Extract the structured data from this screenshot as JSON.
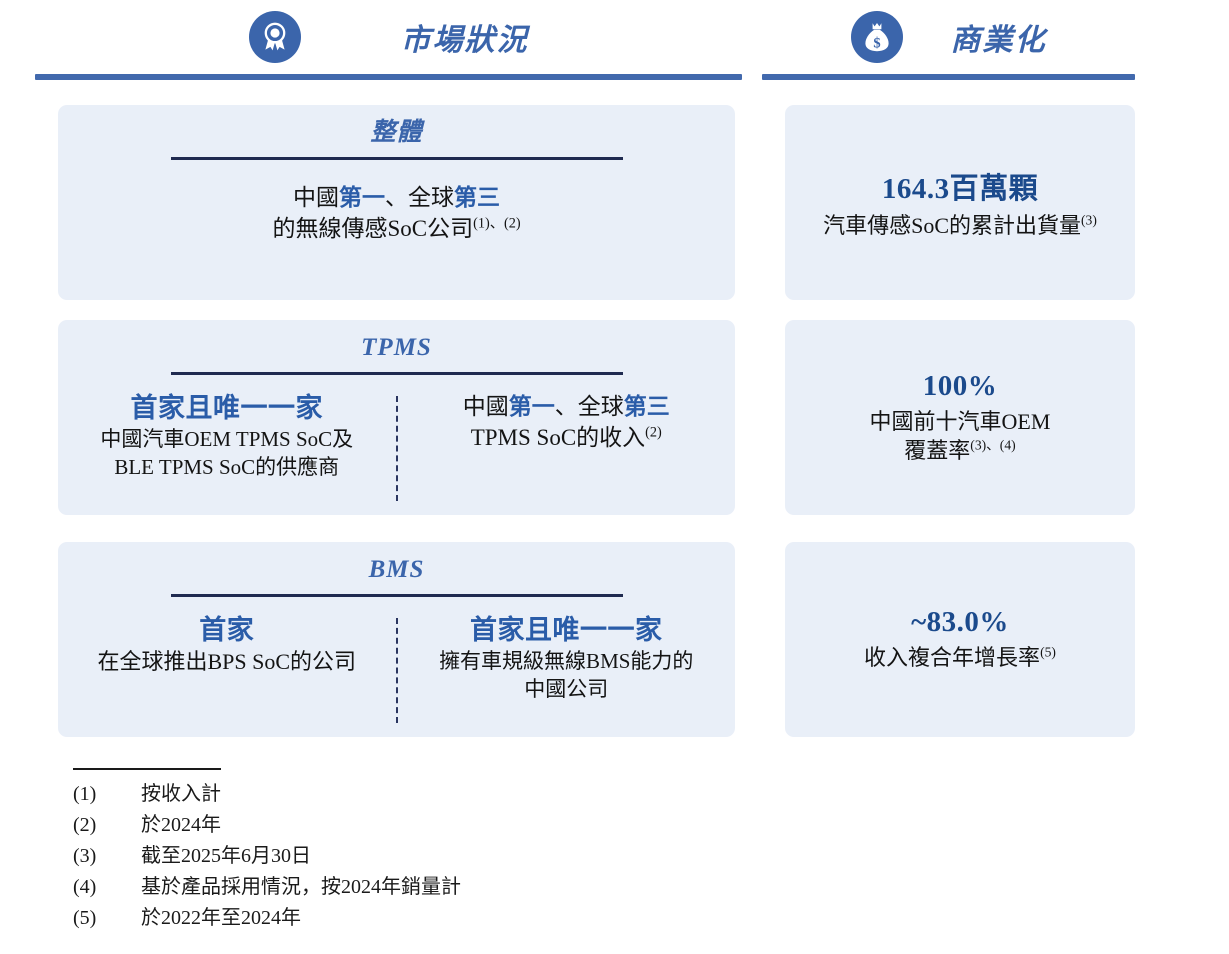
{
  "columns": {
    "left": {
      "icon": "award-ribbon-icon",
      "title": "市場狀況"
    },
    "right": {
      "icon": "money-bag-icon",
      "title": "商業化"
    }
  },
  "left_cards": [
    {
      "title": "整體",
      "layout": "single",
      "panels": [
        {
          "mixed": [
            {
              "t": "中國",
              "accent": false
            },
            {
              "t": "第一",
              "accent": true
            },
            {
              "t": "、全球",
              "accent": false
            },
            {
              "t": "第三",
              "accent": true
            },
            {
              "t": "<br>的無線傳感SoC公司",
              "accent": false
            },
            {
              "t": "(1)、(2)",
              "accent": false,
              "sup": true
            }
          ]
        }
      ]
    },
    {
      "title": "TPMS",
      "layout": "split",
      "panels": [
        {
          "headline": "首家且唯一一家",
          "desc": "中國汽車OEM TPMS SoC及<br>BLE TPMS SoC的供應商"
        },
        {
          "mixed": [
            {
              "t": "中國",
              "accent": false
            },
            {
              "t": "第一",
              "accent": true
            },
            {
              "t": "、全球",
              "accent": false
            },
            {
              "t": "第三",
              "accent": true
            },
            {
              "t": "<br>TPMS SoC的收入",
              "accent": false
            },
            {
              "t": "(2)",
              "accent": false,
              "sup": true
            }
          ]
        }
      ]
    },
    {
      "title": "BMS",
      "layout": "split",
      "panels": [
        {
          "headline": "首家",
          "desc": "在全球推出BPS SoC的公司"
        },
        {
          "headline": "首家且唯一一家",
          "desc": "擁有車規級無線BMS能力的<br>中國公司"
        }
      ]
    }
  ],
  "right_cards": [
    {
      "number": "164.3百萬顆",
      "label": "汽車傳感SoC的累計出貨量",
      "label_sup": "(3)"
    },
    {
      "number": "100%",
      "label": "中國前十汽車OEM<br>覆蓋率",
      "label_sup": "(3)、(4)"
    },
    {
      "number": "~83.0%",
      "label": "收入複合年增長率",
      "label_sup": "(5)"
    }
  ],
  "footnotes": [
    {
      "num": "(1)",
      "text": "按收入計"
    },
    {
      "num": "(2)",
      "text": "於2024年"
    },
    {
      "num": "(3)",
      "text": "截至2025年6月30日"
    },
    {
      "num": "(4)",
      "text": "基於產品採用情況，按2024年銷量計"
    },
    {
      "num": "(5)",
      "text": "於2022年至2024年"
    }
  ],
  "colors": {
    "accent_blue": "#3b65ab",
    "title_blue": "#2a5ca8",
    "navy_rule": "#1f2a50",
    "card_bg": "#e9eff8",
    "header_rule": "#4269ad"
  }
}
